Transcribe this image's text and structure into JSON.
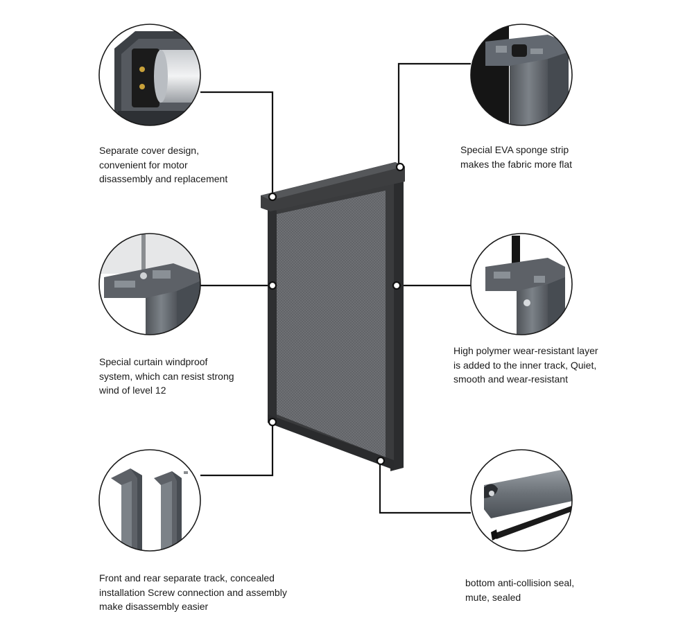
{
  "callouts": [
    {
      "id": "cover",
      "lines": [
        "Separate cover design,",
        "convenient for motor",
        "disassembly and replacement"
      ]
    },
    {
      "id": "eva",
      "lines": [
        "Special EVA sponge strip",
        "makes the fabric more flat"
      ]
    },
    {
      "id": "windproof",
      "lines": [
        "Special curtain windproof",
        "system, which can resist strong",
        "wind of level 12"
      ]
    },
    {
      "id": "polymer",
      "lines": [
        "High polymer wear-resistant layer",
        "is added to the inner track, Quiet,",
        "smooth and wear-resistant"
      ]
    },
    {
      "id": "track",
      "lines": [
        "Front and rear separate track, concealed",
        "installation Screw connection and assembly",
        "make disassembly easier"
      ]
    },
    {
      "id": "seal",
      "lines": [
        "bottom anti-collision seal,",
        "mute, sealed"
      ]
    }
  ],
  "colors": {
    "frame": "#3a3b3d",
    "frame_dark": "#2b2c2e",
    "mesh": "#6d6f73",
    "profile": "#5d6167",
    "profile_light": "#8a9096",
    "leader": "#111111",
    "circle_stroke": "#1a1a1a"
  }
}
